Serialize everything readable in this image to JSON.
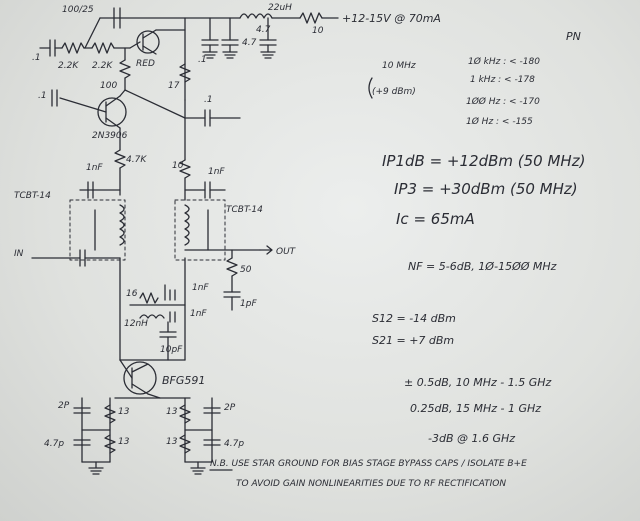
{
  "schematic": {
    "supply": "+12-15V @ 70mA",
    "top_cap": "100/25",
    "choke": "22uH",
    "r_supply": "10",
    "r_left1": "2.2K",
    "r_left2": "2.2K",
    "c_left1": ".1",
    "c_bias_in": ".1",
    "c_bias_out": ".1",
    "c_top1": ".1",
    "c_top2": "4.7",
    "c_top3": "4.7",
    "r_led": "100",
    "led": "RED",
    "r_17": "17",
    "pnp": "2N3906",
    "r_47k": "4.7K",
    "r_10": "10",
    "c_1nf_left": "1nF",
    "c_1nf_right": "1nF",
    "xfmr_left": "TCBT-14",
    "xfmr_right": "TCBT-14",
    "input": "IN",
    "output": "OUT",
    "r_50": "50",
    "c_1pf": "1pF",
    "r_16": "16",
    "l_12nh": "12nH",
    "c_1nf_mid": "1nF",
    "c_1nf_mid2": "1nF",
    "c_10pf": "10pF",
    "transistor": "BFG591",
    "left_2p": "2P",
    "left_13a": "13",
    "left_13b": "13",
    "left_47p": "4.7p",
    "right_13a": "13",
    "right_13b": "13",
    "right_2p": "2P",
    "right_47p": "4.7p"
  },
  "pn": {
    "title": "PN",
    "freq": "10 MHz",
    "level": "(+9 dBm)",
    "rows": [
      "1Ø kHz : < -180",
      "1 kHz : < -178",
      "1ØØ Hz : < -170",
      "1Ø Hz : < -155"
    ]
  },
  "specs": {
    "ip1db": "IP1dB = +12dBm (50 MHz)",
    "ip3": "IP3 = +30dBm (50 MHz)",
    "ic": "Ic = 65mA",
    "nf": "NF = 5-6dB, 1Ø-15ØØ MHz",
    "s12": "S12 = -14 dBm",
    "s21": "S21 = +7 dBm",
    "flat1": "± 0.5dB, 10 MHz - 1.5 GHz",
    "flat2": "0.25dB, 15 MHz - 1 GHz",
    "flat3": "-3dB @ 1.6 GHz"
  },
  "note": {
    "line1": "N.B. USE STAR GROUND FOR BIAS STAGE BYPASS CAPS / ISOLATE B+E",
    "line2": "TO AVOID GAIN NONLINEARITIES DUE TO RF RECTIFICATION"
  }
}
